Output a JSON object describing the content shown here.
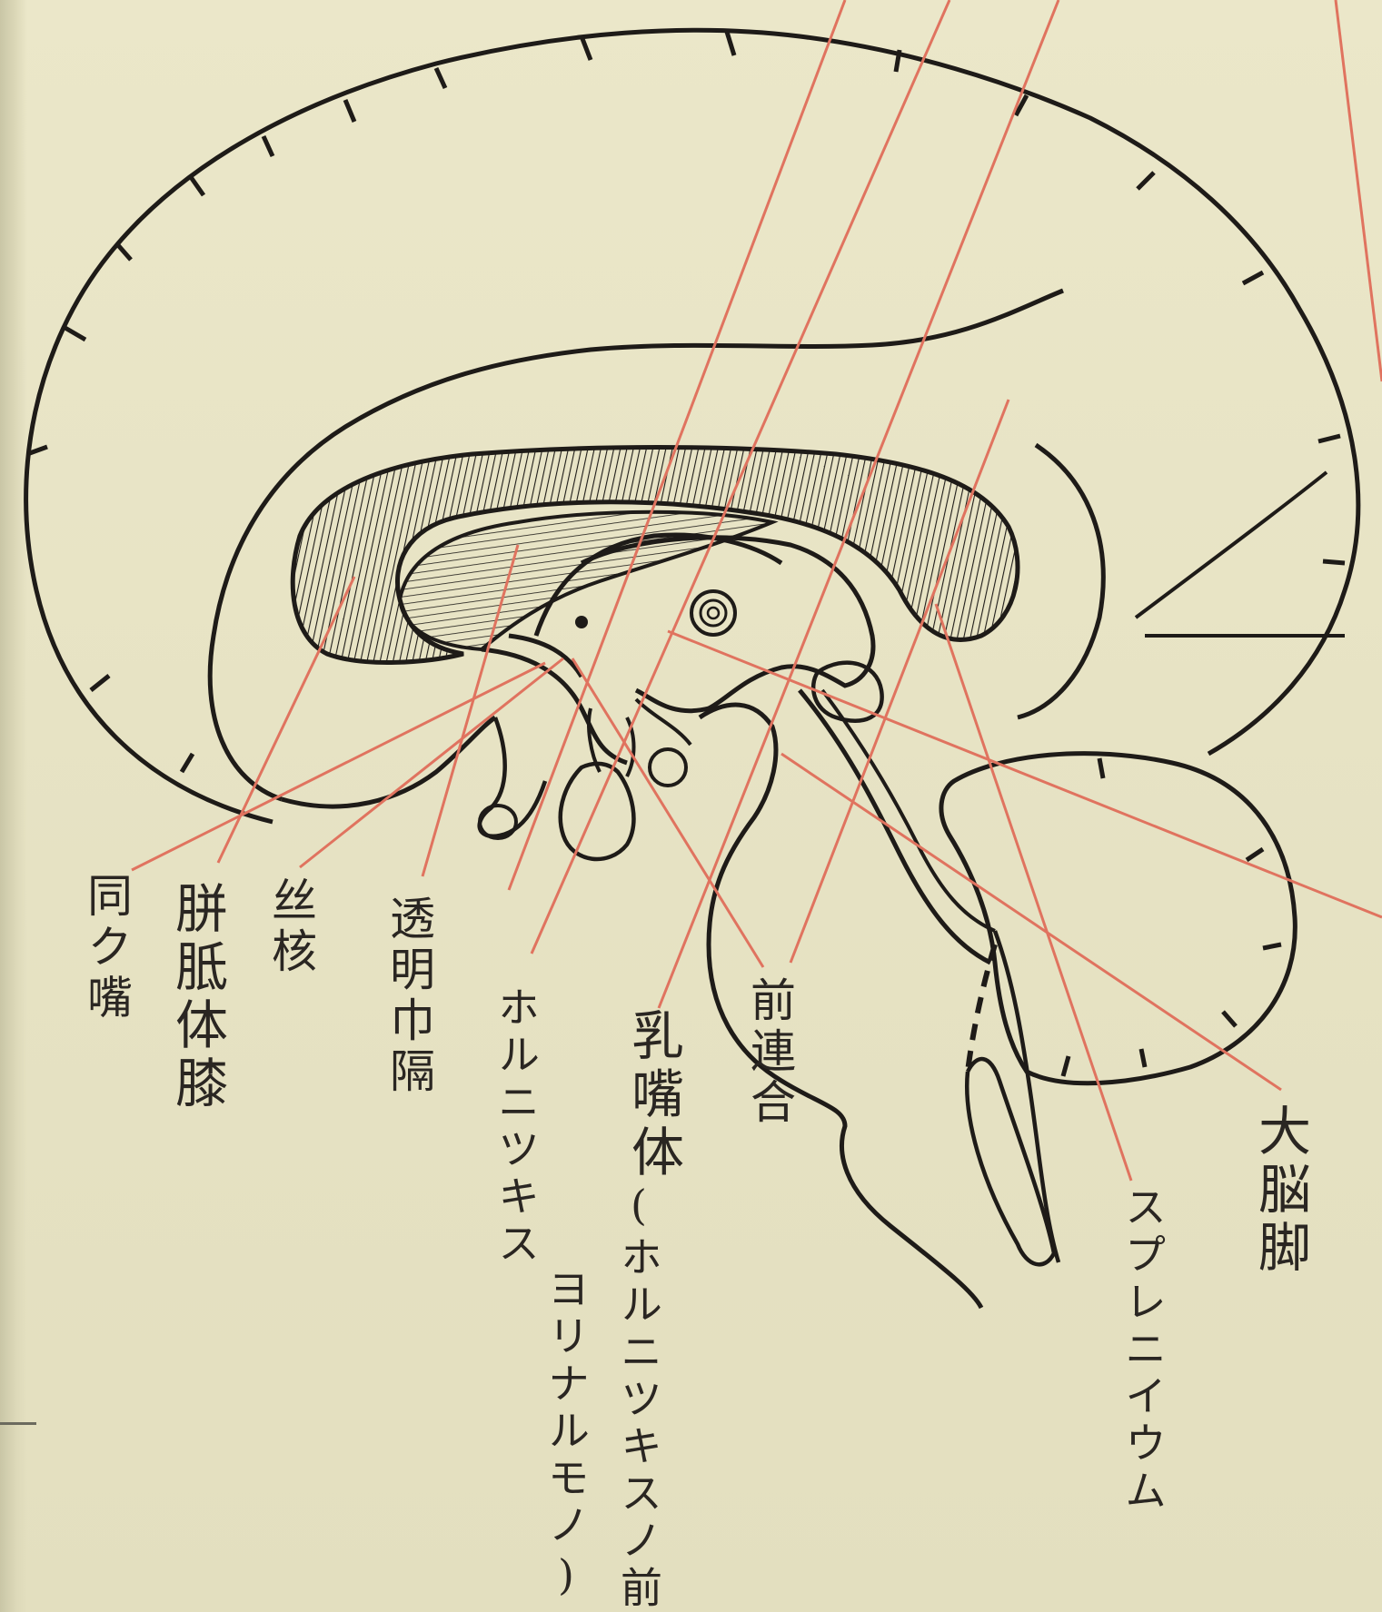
{
  "labels": {
    "doukoushi": "同ク嘴",
    "shitsuhanshi": "胼胝体膝",
    "kankon": "丝核",
    "toumeikaku": "透明巾隔",
    "fornix_kana": "ホルニツキス",
    "mamillary_main": "乳嘴体",
    "mamillary_paren1": "(ホルニツキスノ前脚",
    "mamillary_paren2": "ヨリナルモノ)",
    "anterior_commissure": "前連合",
    "splenium": "スプレニイウム",
    "cerebral_peduncle": "大脳脚"
  },
  "colors": {
    "ink": "#1e1b18",
    "leader_lines": "#e0735f",
    "paper": "#e8e4c6"
  }
}
